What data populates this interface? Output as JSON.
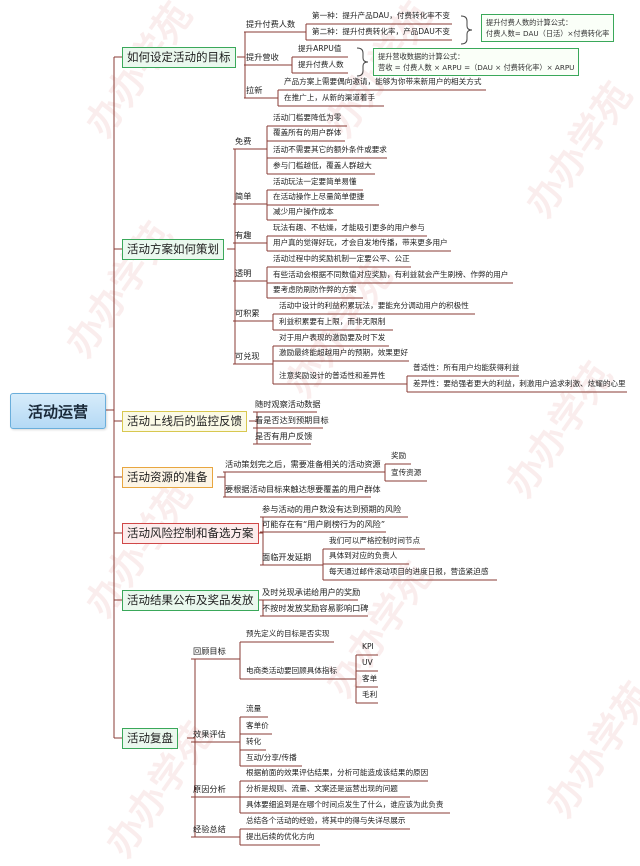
{
  "root": "活动运营",
  "branches": [
    {
      "label": "如何设定活动的目标",
      "color": "green",
      "children": [
        {
          "label": "提升付费人数",
          "children": [
            {
              "label": "第一种：提升产品DAU，付费转化率不变"
            },
            {
              "label": "第二种：提升付费转化率，产品DAU不变"
            }
          ],
          "note": "提升付费人数的计算公式：\n付费人数= DAU（日活）×付费转化率"
        },
        {
          "label": "提升营收",
          "children": [
            {
              "label": "提升ARPU值"
            },
            {
              "label": "提升付费人数"
            }
          ],
          "note": "提升营收数据的计算公式：\n营收 = 付费人数 × ARPU =（DAU × 付费转化率）× ARPU"
        },
        {
          "label": "拉新",
          "children": [
            {
              "label": "产品方案上需要偶向邀请，能够为你带来新用户的相关方式"
            },
            {
              "label": "在推广上，从新的渠道着手"
            }
          ]
        }
      ]
    },
    {
      "label": "活动方案如何策划",
      "color": "green",
      "children": [
        {
          "label": "免费",
          "children": [
            {
              "label": "活动门槛要降低为零"
            },
            {
              "label": "覆盖所有的用户群体"
            },
            {
              "label": "活动不需要其它的额外条件或要求"
            },
            {
              "label": "参与门槛越低，覆盖人群越大"
            }
          ]
        },
        {
          "label": "简单",
          "children": [
            {
              "label": "活动玩法一定要简单易懂"
            },
            {
              "label": "在活动操作上尽量简单便捷"
            },
            {
              "label": "减少用户操作成本"
            }
          ]
        },
        {
          "label": "有趣",
          "children": [
            {
              "label": "玩法有趣、不枯燥，才能吸引更多的用户参与"
            },
            {
              "label": "用户真的觉得好玩，才会自发地传播，带来更多用户"
            }
          ]
        },
        {
          "label": "透明",
          "children": [
            {
              "label": "活动过程中的奖励机制一定要公平、公正"
            },
            {
              "label": "有些活动会根据不同数值对应奖励，有利益就会产生刷榜、作弊的用户"
            },
            {
              "label": "要考虑防刷防作弊的方案"
            }
          ]
        },
        {
          "label": "可积累",
          "children": [
            {
              "label": "活动中设计的利益积累玩法，要能充分调动用户的积极性"
            },
            {
              "label": "利益积累要有上限，而非无限制"
            }
          ]
        },
        {
          "label": "可兑现",
          "children": [
            {
              "label": "对于用户表现的激励要及时下发"
            },
            {
              "label": "激励最终能超越用户的预期，效果更好"
            },
            {
              "label": "注意奖励设计的普适性和差异性",
              "children": [
                {
                  "label": "普适性：所有用户均能获得利益"
                },
                {
                  "label": "差异性：要给强者更大的利益，刺激用户追求刺激、炫耀的心里"
                }
              ]
            }
          ]
        }
      ]
    },
    {
      "label": "活动上线后的监控反馈",
      "color": "yellow",
      "children": [
        {
          "label": "随时观察活动数据"
        },
        {
          "label": "看是否达到预期目标"
        },
        {
          "label": "是否有用户反馈"
        }
      ]
    },
    {
      "label": "活动资源的准备",
      "color": "orange",
      "children": [
        {
          "label": "活动策划完之后，需要准备相关的活动资源",
          "children": [
            {
              "label": "奖励"
            },
            {
              "label": "宣传资源"
            }
          ]
        },
        {
          "label": "要根据活动目标来触达想要覆盖的用户群体"
        }
      ]
    },
    {
      "label": "活动风险控制和备选方案",
      "color": "red",
      "children": [
        {
          "label": "参与活动的用户数没有达到预期的风险"
        },
        {
          "label": "可能存在有“用户刷榜行为的风险”"
        },
        {
          "label": "面临开发延期",
          "children": [
            {
              "label": "我们可以严格控制时间节点"
            },
            {
              "label": "具体到对应的负责人"
            },
            {
              "label": "每天通过邮件滚动项目的进度日报，营造紧迫感"
            }
          ]
        }
      ]
    },
    {
      "label": "活动结果公布及奖品发放",
      "color": "green",
      "children": [
        {
          "label": "及时兑现承诺给用户的奖励"
        },
        {
          "label": "不按时发放奖励容易影响口碑"
        }
      ]
    },
    {
      "label": "活动复盘",
      "color": "green",
      "children": [
        {
          "label": "回顾目标",
          "children": [
            {
              "label": "预先定义的目标是否实现"
            },
            {
              "label": "电商类活动要回顾具体指标",
              "children": [
                {
                  "label": "KPI"
                },
                {
                  "label": "UV"
                },
                {
                  "label": "客单"
                },
                {
                  "label": "毛利"
                }
              ]
            }
          ]
        },
        {
          "label": "效果评估",
          "children": [
            {
              "label": "流量"
            },
            {
              "label": "客单价"
            },
            {
              "label": "转化"
            },
            {
              "label": "互动/分享/传播"
            }
          ]
        },
        {
          "label": "原因分析",
          "children": [
            {
              "label": "根据前面的效果评估结果，分析可能造成该结果的原因"
            },
            {
              "label": "分析是规则、流量、文案还是运营出现的问题"
            },
            {
              "label": "具体要细追到是在哪个时间点发生了什么，谁应该为此负责"
            }
          ]
        },
        {
          "label": "经验总结",
          "children": [
            {
              "label": "总结各个活动的经验，将其中的得与失详尽展示"
            },
            {
              "label": "提出后续的优化方向"
            }
          ]
        }
      ]
    }
  ],
  "watermark": "办办学苑",
  "colors": {
    "line": "#8a3b34",
    "green": "#3aa85a",
    "orange": "#e8a640",
    "yellow": "#d8c850",
    "red": "#d04848",
    "root": "#b4d9f5"
  }
}
